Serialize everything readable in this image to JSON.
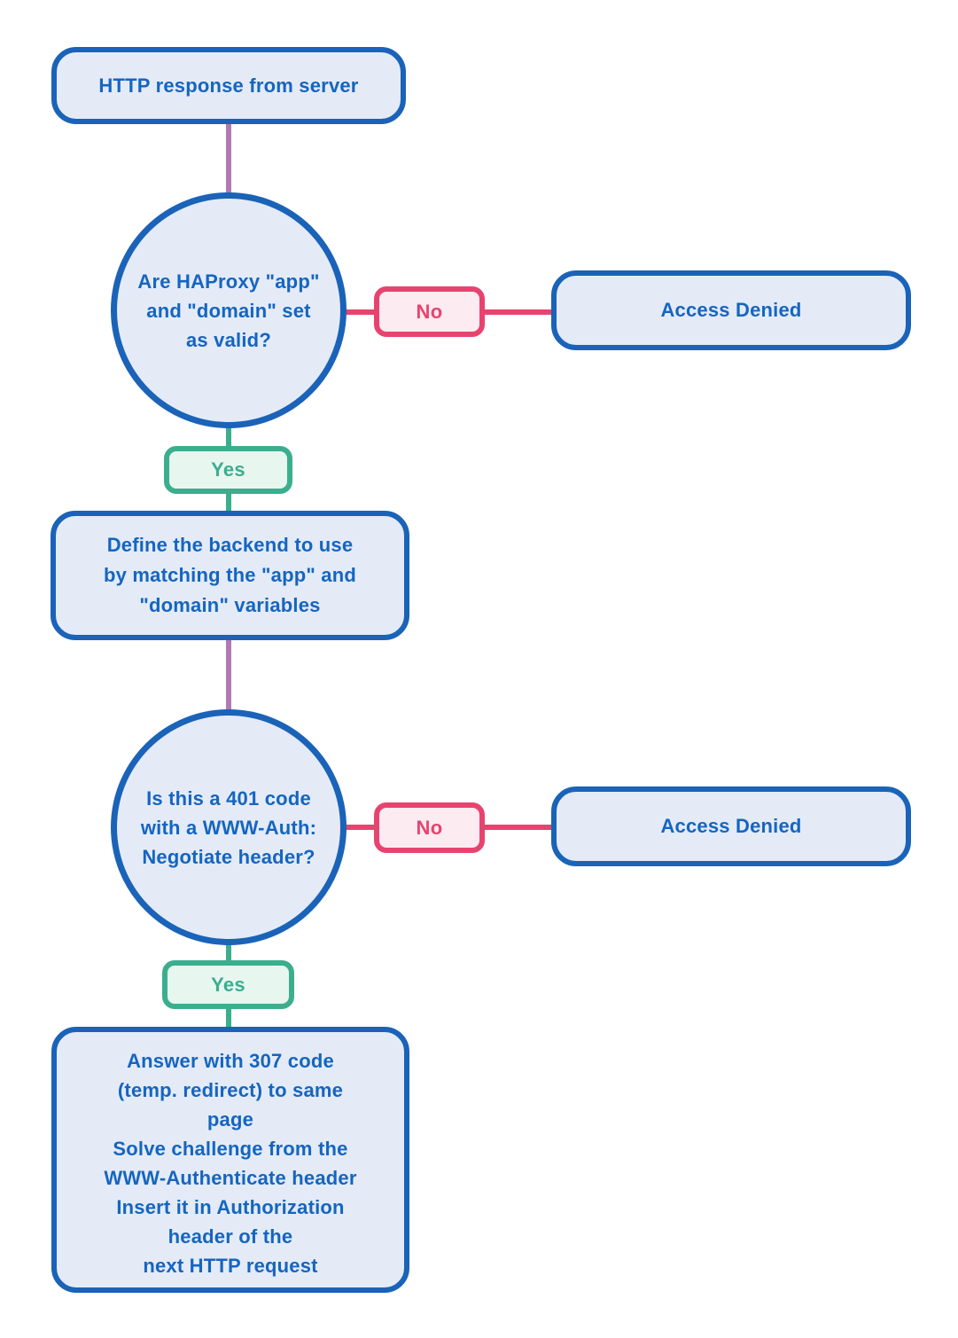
{
  "colors": {
    "node_border_blue": "#1a63b8",
    "node_fill_blue": "#e4ebf7",
    "node_text_blue": "#1565c0",
    "no_pink": "#e8436f",
    "no_fill_pink": "#fcebf0",
    "yes_green": "#3bae8e",
    "yes_fill_green": "#e8f6f0",
    "connector_purple": "#b179b3",
    "background": "#ffffff"
  },
  "nodes": {
    "start": {
      "text": "HTTP response from server"
    },
    "decision1": {
      "text": "Are HAProxy \"app\"\nand \"domain\" set\nas valid?"
    },
    "no1": {
      "label": "No"
    },
    "denied1": {
      "text": "Access Denied"
    },
    "yes1": {
      "label": "Yes"
    },
    "process1": {
      "text": "Define the backend to use\nby matching the \"app\" and\n\"domain\" variables"
    },
    "decision2": {
      "text": "Is this a 401 code\nwith a WWW-Auth:\nNegotiate header?"
    },
    "no2": {
      "label": "No"
    },
    "denied2": {
      "text": "Access Denied"
    },
    "yes2": {
      "label": "Yes"
    },
    "process2": {
      "text": "Answer with 307 code\n(temp. redirect) to same\npage\nSolve challenge from the\nWWW-Authenticate header\nInsert it in Authorization\nheader of the\nnext HTTP request"
    }
  }
}
